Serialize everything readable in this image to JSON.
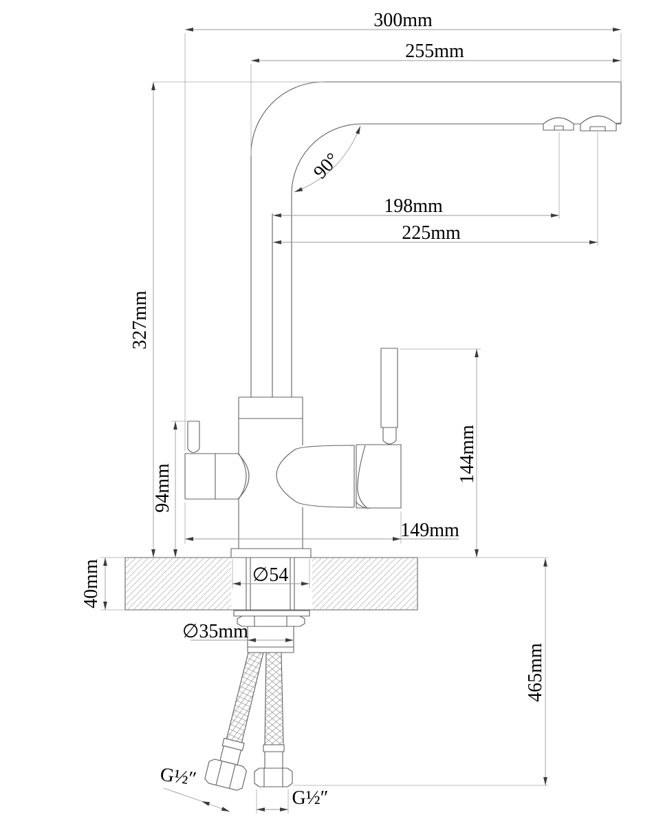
{
  "drawing": {
    "kind": "faucet-installation-dimension-drawing",
    "units": "mm",
    "colors": {
      "background": "#ffffff",
      "object_line": "#606060",
      "dimension_line": "#9a9a9a",
      "hatch": "#c4c4c4",
      "text": "#000000"
    },
    "labels": {
      "overall_width": "300mm",
      "spout_reach": "255mm",
      "swivel_angle": "90°",
      "outlet_near_offset": "198mm",
      "outlet_far_offset": "225mm",
      "spout_height": "327mm",
      "handle_top_height": "144mm",
      "filter_lever_height": "94mm",
      "body_span": "149mm",
      "escutcheon_diameter": "∅54",
      "counter_thickness": "40mm",
      "shank_diameter": "∅35mm",
      "hose_length": "465mm",
      "hose_thread_left": "G½″",
      "hose_thread_right": "G½″"
    }
  }
}
